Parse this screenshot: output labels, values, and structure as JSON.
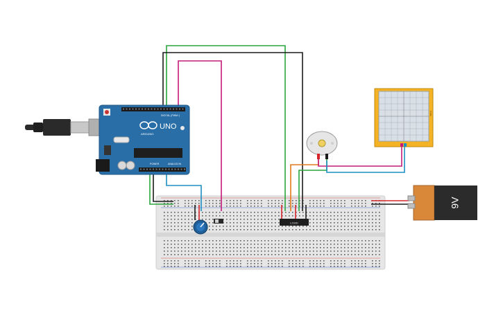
{
  "arduino": {
    "logo_text": "UNO",
    "brand_text": "ARDUINO",
    "digital_label": "DIGITAL (PWM~)",
    "power_label": "POWER",
    "analog_label": "ANALOG IN",
    "board_color": "#2a6ea8"
  },
  "usb_cable": {
    "label": ""
  },
  "motor": {
    "label": ""
  },
  "oscilloscope": {
    "side_label": "Probe"
  },
  "battery": {
    "label": "9V",
    "body_color": "#2b2b2b",
    "cap_color": "#d9883a"
  },
  "driver_chip": {
    "label": "L293D"
  },
  "wires": {
    "green": "#2aa63b",
    "black": "#1b1b1b",
    "magenta": "#c4197a",
    "blue": "#1d8fc1",
    "orange": "#e37a1a",
    "red": "#d7262b"
  }
}
